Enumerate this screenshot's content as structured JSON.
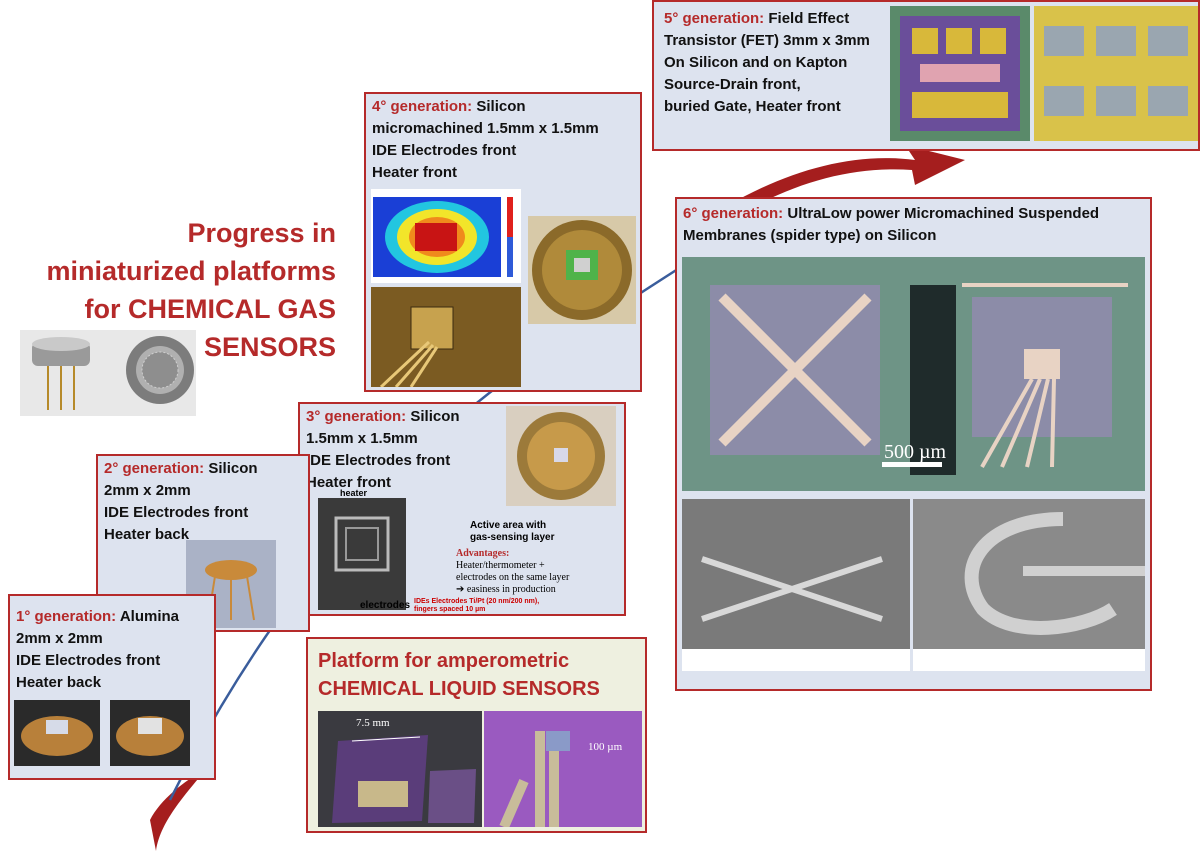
{
  "title": {
    "line1": "Progress in",
    "line2": "miniaturized platforms",
    "line3": "for CHEMICAL GAS",
    "line4": "SENSORS"
  },
  "gen1": {
    "gen": "1° generation:",
    "line1": "Alumina",
    "line2": "2mm x 2mm",
    "line3": "IDE Electrodes front",
    "line4": "Heater back"
  },
  "gen2": {
    "gen": "2° generation:",
    "line1": "Silicon",
    "line2": "2mm x 2mm",
    "line3": "IDE Electrodes front",
    "line4": "Heater back"
  },
  "gen3": {
    "gen": "3° generation:",
    "line1": "Silicon",
    "line2": "1.5mm x 1.5mm",
    "line3": "IDE Electrodes front",
    "line4": "Heater front",
    "diagram": {
      "heater": "heater",
      "active1": "Active area with",
      "active2": "gas-sensing layer",
      "adv_title": "Advantages:",
      "adv1": "Heater/thermometer +",
      "adv2": "electrodes on the same layer",
      "adv3": "➔ easiness in production",
      "electrodes": "electrodes",
      "ide1": "IDEs Electrodes Ti/Pt (20 nm/200 nm),",
      "ide2": "fingers spaced 10 µm"
    }
  },
  "gen4": {
    "gen": "4° generation:",
    "line1": "Silicon",
    "line2": "micromachined 1.5mm x 1.5mm",
    "line3": "IDE Electrodes front",
    "line4": "Heater front"
  },
  "gen5": {
    "gen": "5° generation:",
    "line1": "Field Effect",
    "line2": "Transistor (FET)  3mm x 3mm",
    "line3": "On Silicon and on Kapton",
    "line4": "Source-Drain front,",
    "line5": "buried Gate, Heater front"
  },
  "gen6": {
    "gen": "6° generation:",
    "line1": "UltraLow power Micromachined Suspended",
    "line2": "Membranes (spider type) on Silicon",
    "scale": "500 µm"
  },
  "liquid": {
    "line1": "Platform for amperometric",
    "line2": "CHEMICAL LIQUID SENSORS",
    "scale1": "7.5 mm",
    "scale2": "100 µm"
  },
  "colors": {
    "accent_red": "#b52a2a",
    "box_fill": "#dde3ef",
    "arrow_blue": "#3a5d9c",
    "liquid_fill": "#eef0e0"
  },
  "icons": {
    "arrow_bottom": "red-curved-arrow-icon",
    "arrow_top": "red-curved-arrow-icon",
    "timeline": "blue-progress-curve-icon"
  }
}
